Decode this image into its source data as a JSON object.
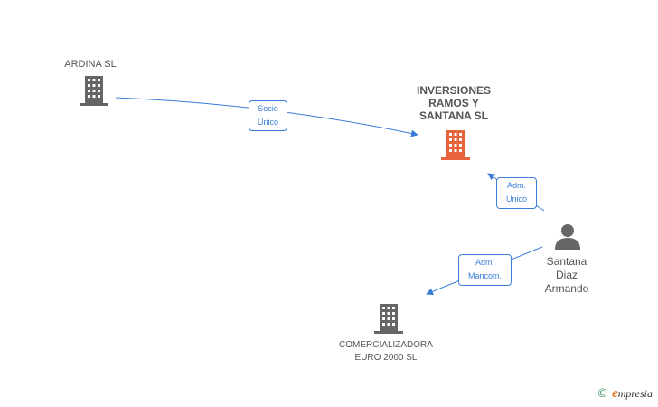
{
  "nodes": {
    "ardina": {
      "label": "ARDINA SL",
      "kind": "company",
      "color": "#666666"
    },
    "inversiones": {
      "label_lines": [
        "INVERSIONES",
        "RAMOS Y",
        "SANTANA SL"
      ],
      "kind": "company",
      "color": "#e8623a"
    },
    "santana": {
      "label_lines": [
        "Santana",
        "Diaz",
        "Armando"
      ],
      "kind": "person",
      "color": "#666666"
    },
    "comercializadora": {
      "label_lines": [
        "COMERCIALIZADORA",
        "EURO 2000 SL"
      ],
      "kind": "company",
      "color": "#666666"
    }
  },
  "edges": [
    {
      "from": "ardina",
      "to": "inversiones",
      "label_lines": [
        "Socio",
        "Único"
      ]
    },
    {
      "from": "santana",
      "to": "inversiones",
      "label_lines": [
        "Adm.",
        "Unico"
      ]
    },
    {
      "from": "santana",
      "to": "comercializadora",
      "label_lines": [
        "Adm.",
        "Mancom."
      ]
    }
  ],
  "edge_color": "#3b7dd8",
  "brand": {
    "copyright": "©",
    "initial": "e",
    "name": "mpresia"
  }
}
